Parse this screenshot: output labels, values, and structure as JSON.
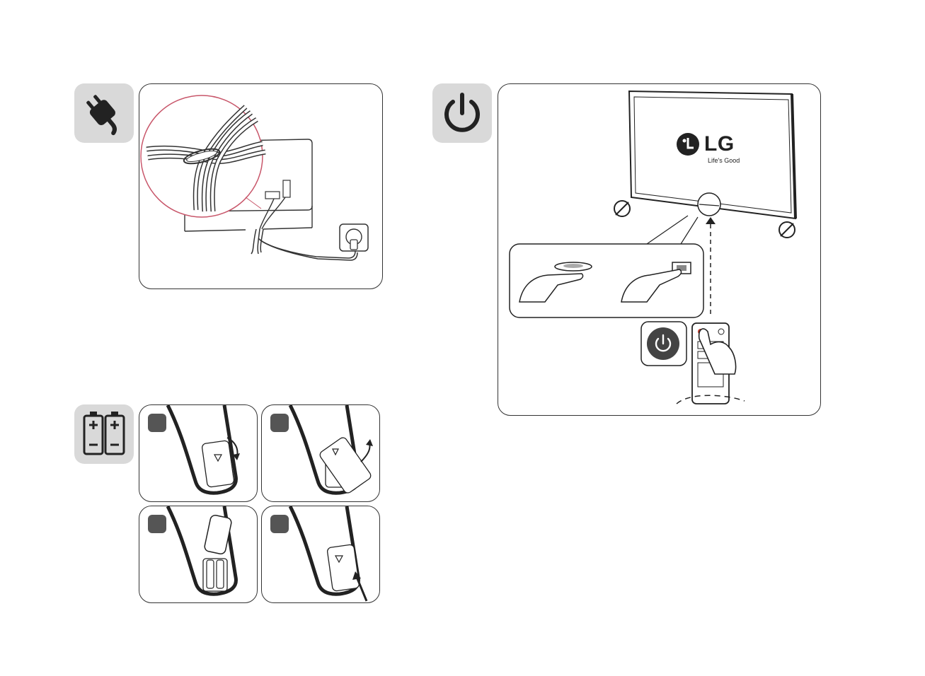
{
  "brand": {
    "logo_text": "LG",
    "tagline": "Life's Good"
  },
  "sections": {
    "plug": {
      "icon": "power-plug-icon"
    },
    "power": {
      "icon": "power-symbol-icon"
    },
    "batteries": {
      "icon": "batteries-icon",
      "steps": 4
    }
  },
  "colors": {
    "badge": "#d9d9d9",
    "zoom_circle": "#c8566a",
    "step_marker": "#555555",
    "power_led": "#c0392b"
  }
}
